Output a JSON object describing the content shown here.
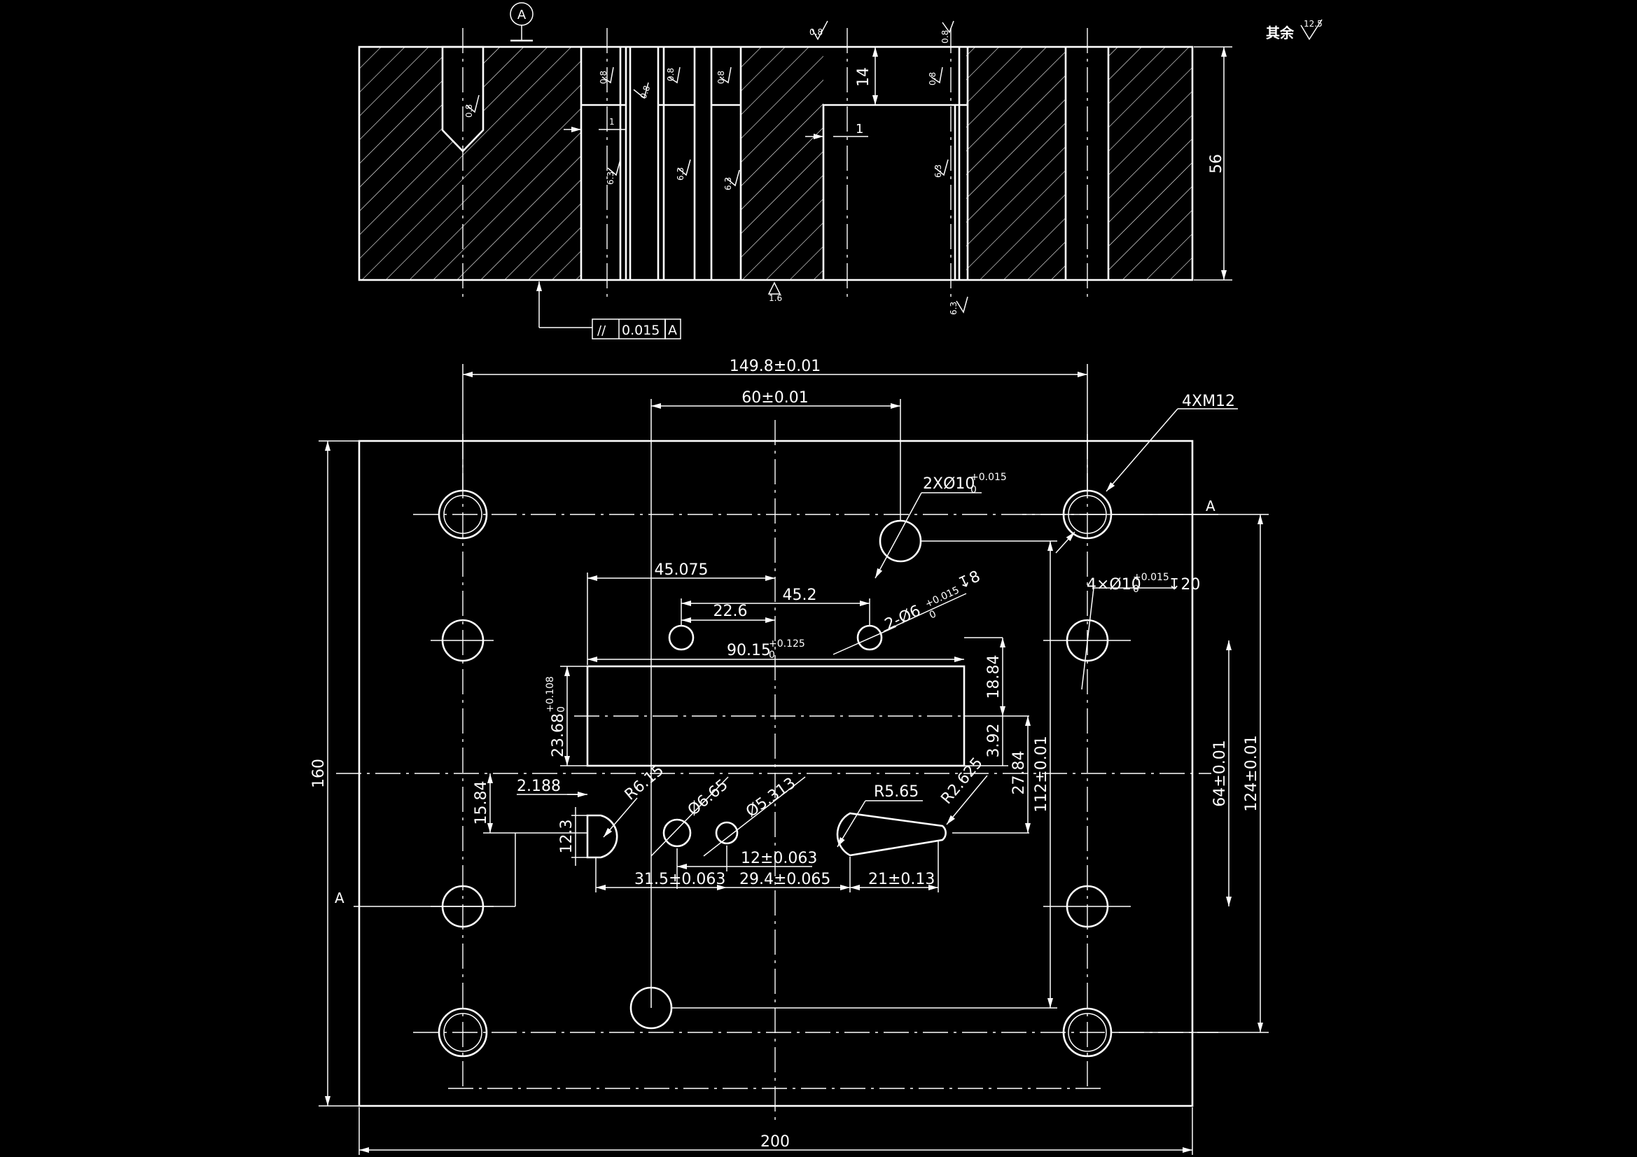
{
  "title_note": {
    "text": "其余",
    "roughness": "12.5"
  },
  "datum_symbol": "A",
  "tolerance_frame": {
    "symbol": "//",
    "value": "0.015",
    "datum": "A"
  },
  "section_marks": {
    "left": "A",
    "right": "A"
  },
  "roughness_marks": {
    "r08": "0.8",
    "r63": "6.3",
    "r16": "1.6"
  },
  "section_dims": {
    "height": "56",
    "depth": "14",
    "offset_a": "1",
    "offset_b": "1"
  },
  "plan_dims": {
    "d149": "149.8±0.01",
    "d60": "60±0.01",
    "thread": "4XM12",
    "pin2": {
      "base": "2XØ10",
      "upper": "+0.015",
      "lower": "0"
    },
    "d45075": "45.075",
    "d452": "45.2",
    "d226": "22.6",
    "hole2": {
      "base": "2-Ø6",
      "upper": "+0.015",
      "lower": "0",
      "suffix": "↧8"
    },
    "pin4": {
      "base": "4×Ø10",
      "upper": "+0.015",
      "lower": "0",
      "suffix": "↧20"
    },
    "slot_w": {
      "base": "90.15",
      "upper": "+0.125",
      "lower": "0"
    },
    "slot_h": {
      "base": "23.68",
      "upper": "+0.108",
      "lower": "0"
    },
    "d1884": "18.84",
    "d392": "3.92",
    "d2784": "27.84",
    "d112": "112±0.01",
    "d64": "64±0.01",
    "d124": "124±0.01",
    "d160": "160",
    "d1584": "15.84",
    "d2188": "2.188",
    "d123": "12.3",
    "r615": "R6.15",
    "phi665": "Ø6.65",
    "phi5313": "Ø5.313",
    "r565": "R5.65",
    "r2625": "R2.625",
    "d12": "12±0.063",
    "d315": "31.5±0.063",
    "d294": "29.4±0.065",
    "d21": "21±0.13",
    "d200": "200"
  }
}
